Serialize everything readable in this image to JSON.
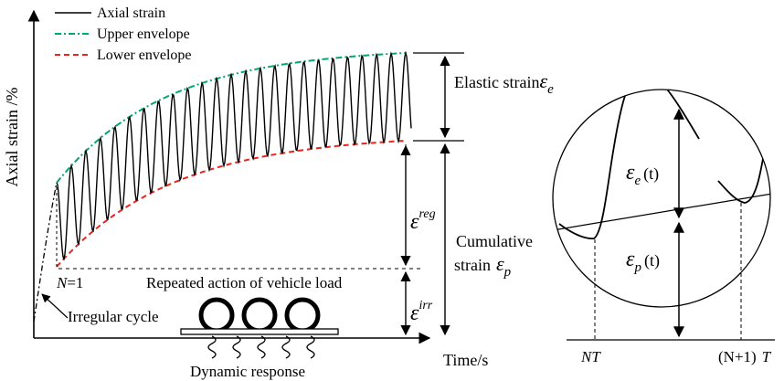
{
  "chart": {
    "ylabel": "Axial strain /%",
    "xlabel": "Time/s",
    "legend": [
      {
        "label": "Axial strain",
        "color": "#000000",
        "style": "solid"
      },
      {
        "label": "Upper envelope",
        "color": "#00A86B",
        "style": "dash-dot"
      },
      {
        "label": "Lower envelope",
        "color": "#E8251F",
        "style": "dashed"
      }
    ]
  },
  "labels": {
    "elastic": "Elastic strain",
    "elastic_sym": "ε",
    "elastic_sub": "e",
    "reg_sym": "ε",
    "reg_sup": "reg",
    "irr_sym": "ε",
    "irr_sup": "irr",
    "cumulative_line1": "Cumulative",
    "cumulative_line2": "strain",
    "cumulative_sym": "ε",
    "cumulative_sub": "p",
    "n1_N": "N",
    "n1_rest": "=1",
    "irregular": "Irregular cycle",
    "repeated": "Repeated action of vehicle load",
    "dynamic": "Dynamic response"
  },
  "zoom": {
    "ee_sym": "ε",
    "ee_sub": "e",
    "ee_arg": "(t)",
    "ep_sym": "ε",
    "ep_sub": "p",
    "ep_arg": "(t)",
    "nt": "NT",
    "n1t_paren": "(N+1)",
    "n1t_t": "T"
  }
}
